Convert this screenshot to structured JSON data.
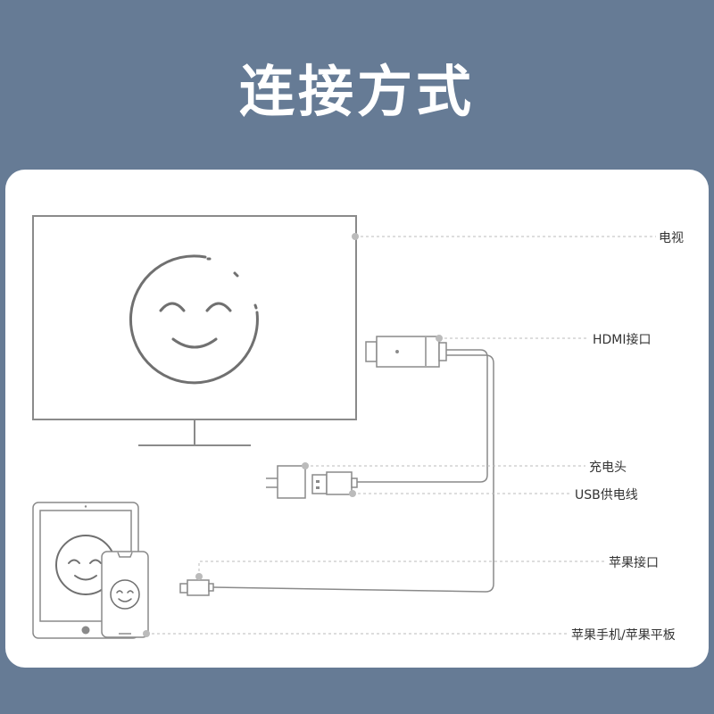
{
  "title": "连接方式",
  "labels": {
    "tv": "电视",
    "hdmi": "HDMI接口",
    "charger": "充电头",
    "usb": "USB供电线",
    "lightning": "苹果接口",
    "device": "苹果手机/苹果平板"
  },
  "colors": {
    "background": "#667b95",
    "card": "#ffffff",
    "line": "#8a8a8a",
    "leader": "#bbbbbb"
  }
}
